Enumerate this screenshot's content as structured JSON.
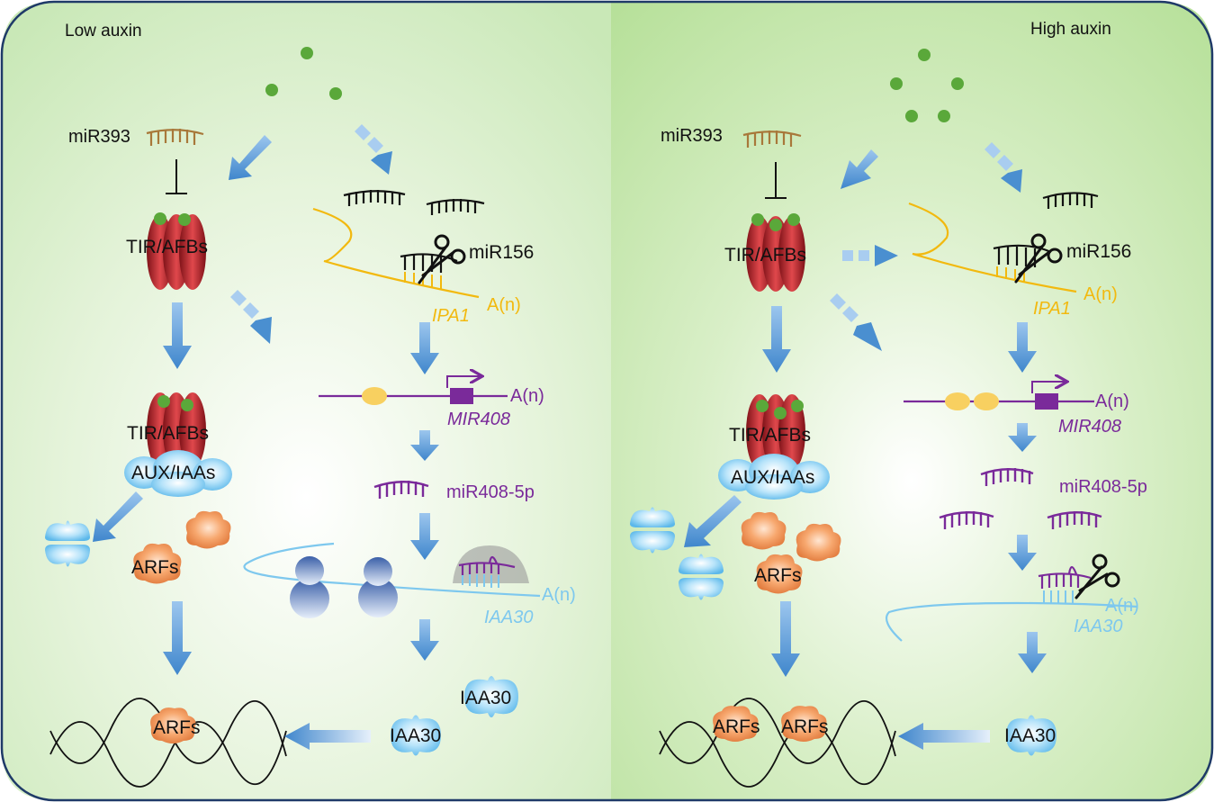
{
  "panels": {
    "low": {
      "title": "Low auxin",
      "mir393": "miR393",
      "tir_afbs": "TIR/AFBs",
      "tir_afbs_complex": "TIR/AFBs",
      "aux_iaas": "AUX/IAAs",
      "arfs": "ARFs",
      "arfs_dna": "ARFs",
      "mir156": "miR156",
      "ipa1": "IPA1",
      "polya_ipa1": "A(n)",
      "mir408": "MIR408",
      "polya_mir408": "A(n)",
      "mir408_5p": "miR408-5p",
      "iaa30_gene": "IAA30",
      "polya_iaa30": "A(n)",
      "iaa30_protein": "IAA30",
      "iaa30_nucleus": "IAA30"
    },
    "high": {
      "title": "High auxin",
      "mir393": "miR393",
      "tir_afbs": "TIR/AFBs",
      "tir_afbs_complex": "TIR/AFBs",
      "aux_iaas": "AUX/IAAs",
      "arfs": "ARFs",
      "arfs_dna_1": "ARFs",
      "arfs_dna_2": "ARFs",
      "mir156": "miR156",
      "ipa1": "IPA1",
      "polya_ipa1": "A(n)",
      "mir408": "MIR408",
      "polya_mir408": "A(n)",
      "mir408_5p": "miR408-5p",
      "iaa30_gene": "IAA30",
      "polya_iaa30": "A(n)",
      "iaa30_nucleus": "IAA30"
    }
  },
  "colors": {
    "auxin_dot": "#5aa83a",
    "receptor_red": "#c0282e",
    "mirna_brown": "#a8783a",
    "mirna_purple": "#7a2a9a",
    "ipa1_yellow": "#f2b90f",
    "iaa30_blue": "#7ec8ee",
    "arf_orange": "#f08f4e",
    "arrow_blue": "#4a8fd0",
    "frame_navy": "#1f3a68"
  }
}
